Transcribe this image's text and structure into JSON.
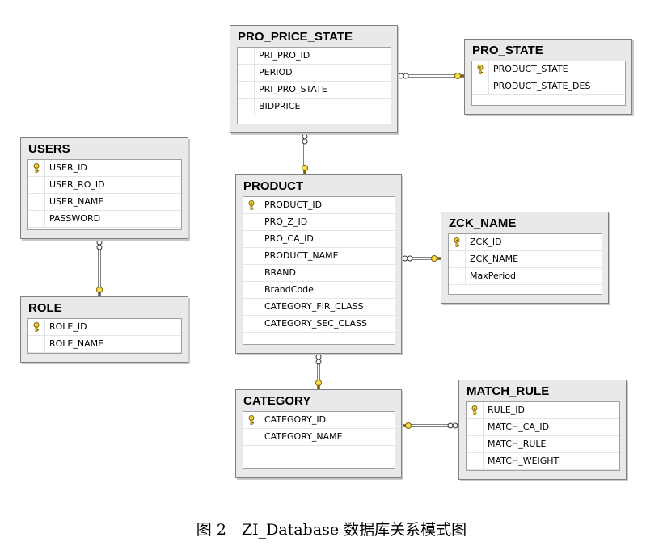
{
  "tables": {
    "pro_price_state": {
      "name": "PRO_PRICE_STATE",
      "columns": [
        {
          "name": "PRI_PRO_ID",
          "pk": false
        },
        {
          "name": "PERIOD",
          "pk": false
        },
        {
          "name": "PRI_PRO_STATE",
          "pk": false
        },
        {
          "name": "BIDPRICE",
          "pk": false
        }
      ]
    },
    "pro_state": {
      "name": "PRO_STATE",
      "columns": [
        {
          "name": "PRODUCT_STATE",
          "pk": true
        },
        {
          "name": "PRODUCT_STATE_DES",
          "pk": false
        }
      ]
    },
    "users": {
      "name": "USERS",
      "columns": [
        {
          "name": "USER_ID",
          "pk": true
        },
        {
          "name": "USER_RO_ID",
          "pk": false
        },
        {
          "name": "USER_NAME",
          "pk": false
        },
        {
          "name": "PASSWORD",
          "pk": false
        }
      ]
    },
    "role": {
      "name": "ROLE",
      "columns": [
        {
          "name": "ROLE_ID",
          "pk": true
        },
        {
          "name": "ROLE_NAME",
          "pk": false
        }
      ]
    },
    "product": {
      "name": "PRODUCT",
      "columns": [
        {
          "name": "PRODUCT_ID",
          "pk": true
        },
        {
          "name": "PRO_Z_ID",
          "pk": false
        },
        {
          "name": "PRO_CA_ID",
          "pk": false
        },
        {
          "name": "PRODUCT_NAME",
          "pk": false
        },
        {
          "name": "BRAND",
          "pk": false
        },
        {
          "name": "BrandCode",
          "pk": false
        },
        {
          "name": "CATEGORY_FIR_CLASS",
          "pk": false
        },
        {
          "name": "CATEGORY_SEC_CLASS",
          "pk": false
        }
      ]
    },
    "zck_name": {
      "name": "ZCK_NAME",
      "columns": [
        {
          "name": "ZCK_ID",
          "pk": true
        },
        {
          "name": "ZCK_NAME",
          "pk": false
        },
        {
          "name": "MaxPeriod",
          "pk": false
        }
      ]
    },
    "category": {
      "name": "CATEGORY",
      "columns": [
        {
          "name": "CATEGORY_ID",
          "pk": true
        },
        {
          "name": "CATEGORY_NAME",
          "pk": false
        }
      ]
    },
    "match_rule": {
      "name": "MATCH_RULE",
      "columns": [
        {
          "name": "RULE_ID",
          "pk": true
        },
        {
          "name": "MATCH_CA_ID",
          "pk": false
        },
        {
          "name": "MATCH_RULE",
          "pk": false
        },
        {
          "name": "MATCH_WEIGHT",
          "pk": false
        }
      ]
    }
  },
  "caption": "图 2　ZI_Database 数据库关系模式图",
  "colors": {
    "key": "#f5e04a",
    "line": "#808080"
  }
}
